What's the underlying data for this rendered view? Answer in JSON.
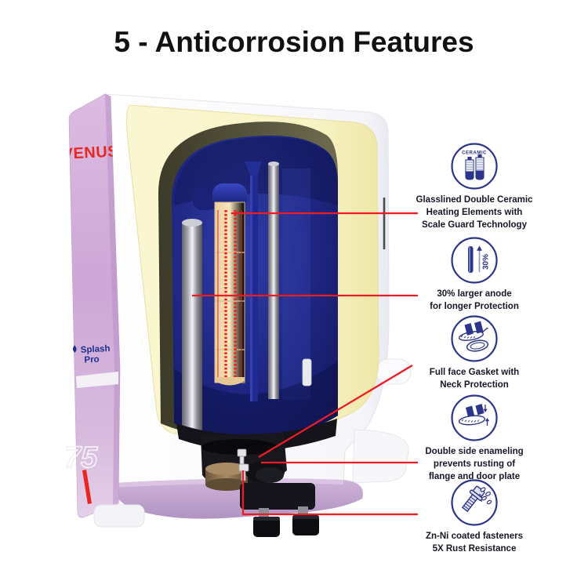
{
  "title": "5 - Anticorrosion Features",
  "product": {
    "brand": "VENUS",
    "trademark": "™",
    "model_line1": "Splash",
    "model_line2": "Pro",
    "capacity": "75"
  },
  "features": [
    {
      "name": "ceramic-heating",
      "icon": "ceramic-heating-elements-icon",
      "icon_label": "CERAMIC",
      "text": "Glasslined Double Ceramic\nHeating Elements with\nScale Guard Technology"
    },
    {
      "name": "larger-anode",
      "icon": "larger-anode-icon",
      "icon_label": "30%",
      "text": "30% larger anode\nfor longer Protection"
    },
    {
      "name": "full-face-gasket",
      "icon": "gasket-icon",
      "text": "Full face Gasket with\nNeck Protection"
    },
    {
      "name": "double-side-enameling",
      "icon": "enameling-icon",
      "text": "Double side enameling\nprevents rusting of\nflange and door plate"
    },
    {
      "name": "zn-ni-fasteners",
      "icon": "fasteners-icon",
      "text": "Zn-Ni coated fasteners\n5X Rust Resistance"
    }
  ],
  "colors": {
    "callout_line": "#ed1c24",
    "icon_navy": "#2c3589",
    "brand_red": "#e8251f",
    "panel_lilac": "#cfacd8",
    "insulation_cream": "#f8f3c4",
    "tank_navy": "#1c2378",
    "text_dark": "#161626"
  }
}
